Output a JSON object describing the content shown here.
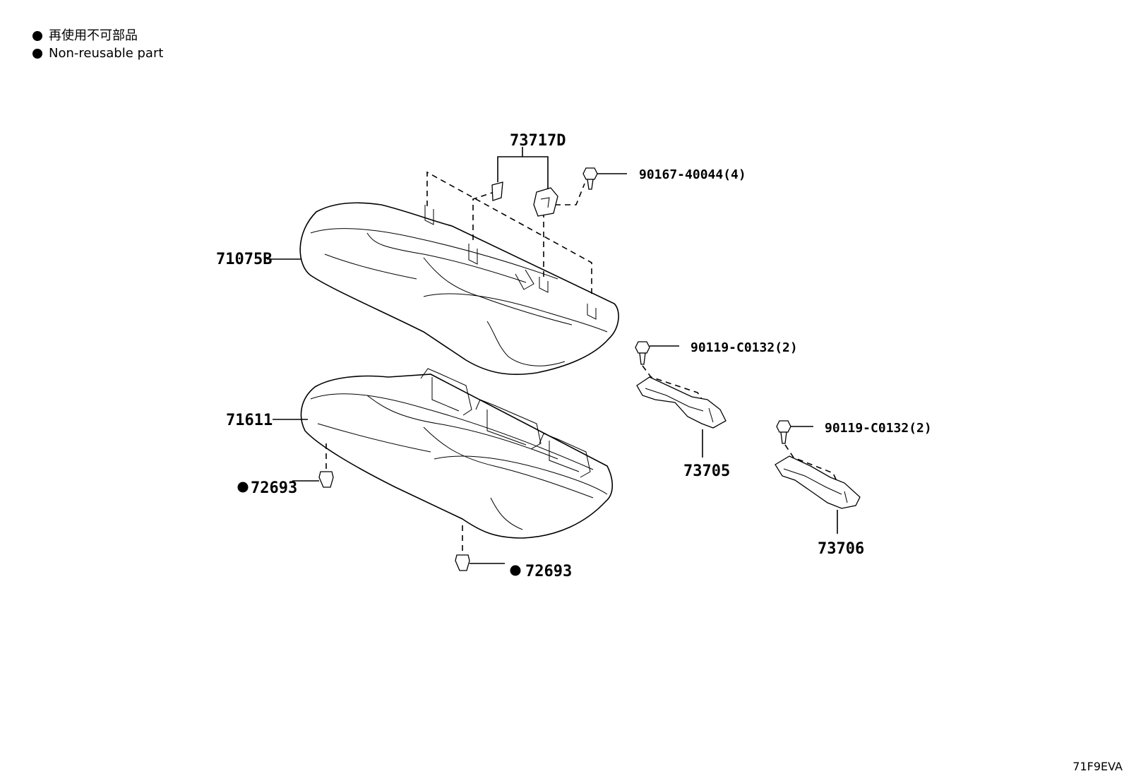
{
  "legend": {
    "line_ja": "再使用不可部品",
    "line_en": "Non-reusable part"
  },
  "parts": {
    "bracket_set": "73717D",
    "screw_4": "90167-40044(4)",
    "seatback_cover": "71075B",
    "bolt_upper": "90119-C0132(2)",
    "cushion_cover": "71611",
    "clip_left": "72693",
    "hinge_left": "73705",
    "bolt_lower": "90119-C0132(2)",
    "hinge_right": "73706",
    "clip_bottom": "72693"
  },
  "drawing_code": "71F9EVA"
}
